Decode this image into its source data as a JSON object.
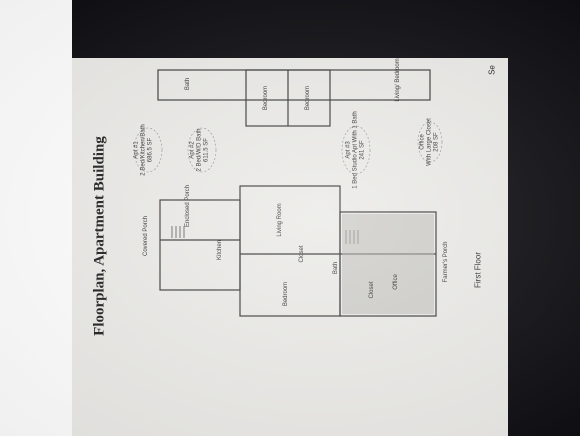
{
  "title": "Floorplan, Apartment Building",
  "floor_label": "First Floor",
  "corner_text": "Se",
  "rooms": {
    "covered_porch": "Covered Porch",
    "enclosed_porch": "Enclosed Porch",
    "kitchen": "Kitchen",
    "living_room": "Living Room",
    "closet": "Closet",
    "bedroom": "Bedroom",
    "bath": "Bath",
    "bedroom_a": "Bedroom",
    "bedroom_b": "Bedroom",
    "bath_top": "Bath",
    "living_bedroom": "Living/ Bedroom",
    "closet_office": "Closet",
    "office": "Office",
    "farmers_porch": "Farmer's Porch"
  },
  "apartments": [
    {
      "name": "Apt #1",
      "desc": "2 Bed/Kitchen/Bath",
      "area": "686.5 SF"
    },
    {
      "name": "Apt #2",
      "desc": "2 Bed/W/D Bath",
      "area": "611.5 SF"
    },
    {
      "name": "Apt #3",
      "desc": "1 Bed Studio Apt With 1 Bath",
      "area": "241 SF"
    },
    {
      "name": "Office",
      "desc": "With Large Closet",
      "area": "208 SF"
    }
  ]
}
